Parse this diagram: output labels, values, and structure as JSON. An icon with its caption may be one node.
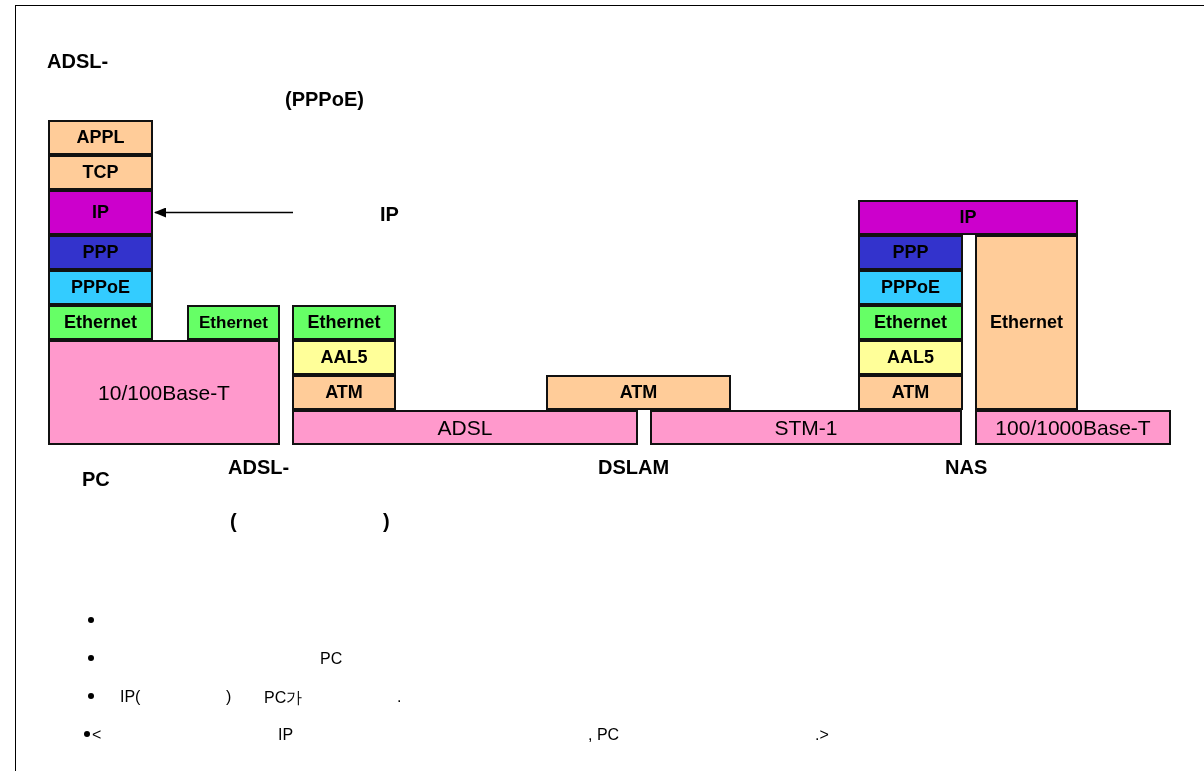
{
  "diagram": {
    "nodes": [
      {
        "text": [
          "APPL"
        ]
      },
      {
        "text": [
          "TCP"
        ]
      },
      {
        "text": [
          "IP"
        ]
      },
      {
        "text": [
          "PPP"
        ]
      },
      {
        "text": [
          "PPPoE"
        ]
      },
      {
        "text": [
          "Ethernet"
        ]
      },
      {
        "text": [
          "Ethernet"
        ]
      },
      {
        "text": [
          "10/100Base-T"
        ]
      },
      {
        "text": [
          "Ethernet"
        ]
      },
      {
        "text": [
          "AAL5"
        ]
      },
      {
        "text": [
          "ATM"
        ]
      },
      {
        "text": [
          "ADSL"
        ]
      },
      {
        "text": [
          "ATM"
        ]
      },
      {
        "text": [
          "STM-1"
        ]
      },
      {
        "text": [
          "IP"
        ]
      },
      {
        "text": [
          "PPP"
        ]
      },
      {
        "text": [
          "PPPoE"
        ]
      },
      {
        "text": [
          "Ethernet"
        ]
      },
      {
        "text": [
          "AAL5"
        ]
      },
      {
        "text": [
          "ATM"
        ]
      },
      {
        "text": [
          "Ethernet"
        ]
      },
      {
        "text": [
          "100/1000Base-T"
        ]
      }
    ],
    "edges": [
      {
        "from": null,
        "to": 2,
        "arrow": "to"
      }
    ],
    "labels": [
      "ADSL-",
      "(PPPoE)",
      "IP",
      "PC",
      "ADSL-",
      "DSLAM",
      "NAS",
      "(",
      ")",
      "PC",
      "IP(",
      ")",
      "PC가",
      ".",
      "<",
      "IP",
      ", PC",
      ".>"
    ]
  }
}
